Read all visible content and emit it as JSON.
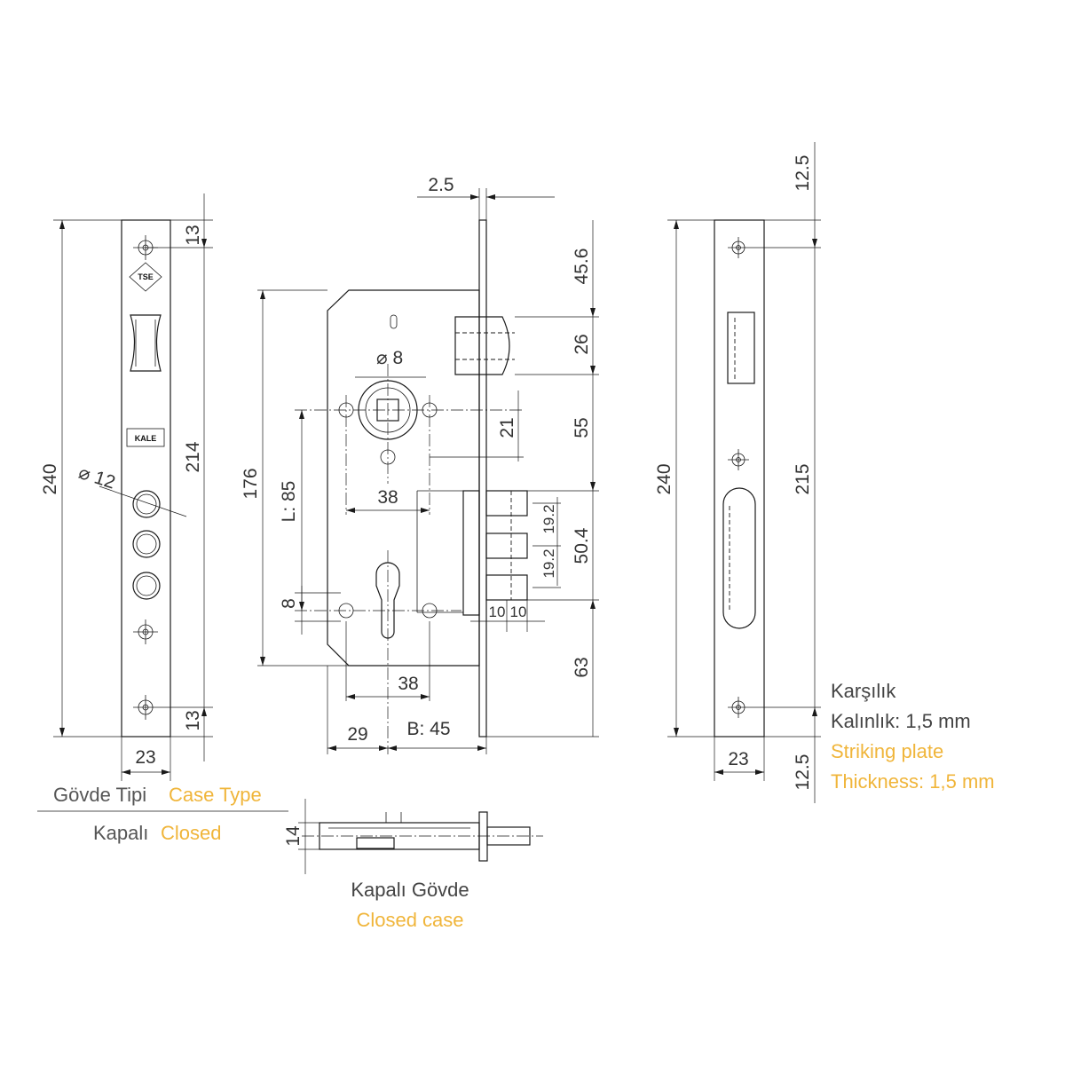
{
  "colors": {
    "line": "#1a1a1a",
    "text": "#333333",
    "accent": "#f0b53a",
    "muted": "#666666"
  },
  "front_view": {
    "height": "240",
    "screw_pitch": "214",
    "top_offset": "13",
    "bottom_offset": "13",
    "width": "23",
    "bolt_diameter": "⌀ 12",
    "logo_tse": "TSE",
    "logo_kale": "KALE"
  },
  "side_view": {
    "faceplate_thickness": "2.5",
    "latch_offset": "45.6",
    "latch_height": "26",
    "spindle_to_bolts": "55",
    "bolt_throw": "50.4",
    "bolt_pitch_a": "19.2",
    "bolt_pitch_b": "19.2",
    "bottom_offset": "63",
    "case_height": "176",
    "centre_distance": "L: 85",
    "spindle_square": "⌀ 8",
    "spindle_offset": "21",
    "fix_hole_spacing_top": "38",
    "fix_hole_spacing_bottom": "38",
    "cylinder_hole": "8",
    "bolt_gap_a": "10",
    "bolt_gap_b": "10",
    "hole_offset": "29",
    "backset": "B: 45"
  },
  "strike_plate": {
    "height": "240",
    "slot_length": "215",
    "top_offset": "12.5",
    "bottom_offset": "12.5",
    "width": "23",
    "label_tr_1": "Karşılık",
    "label_tr_2": "Kalınlık: 1,5 mm",
    "label_en_1": "Striking plate",
    "label_en_2": "Thickness: 1,5 mm"
  },
  "legend": {
    "case_type_tr": "Gövde Tipi",
    "case_type_en": "Case Type",
    "closed_tr": "Kapalı",
    "closed_en": "Closed"
  },
  "top_view": {
    "thickness": "14",
    "label_tr": "Kapalı Gövde",
    "label_en": "Closed case"
  }
}
